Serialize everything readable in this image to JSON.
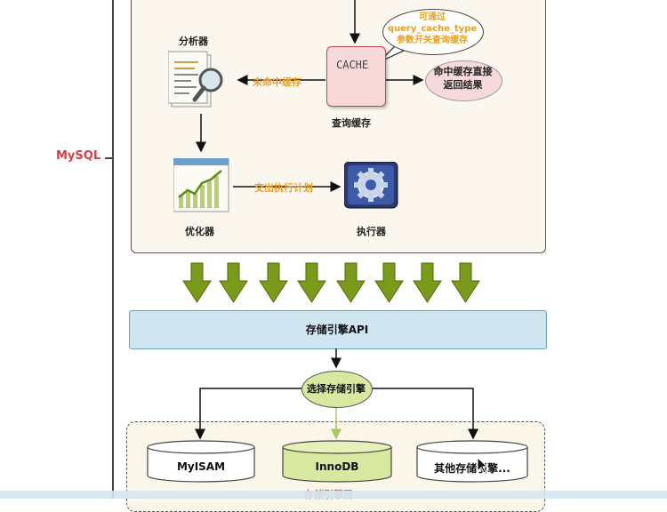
{
  "side_label": "MySQL",
  "analyzer_label": "分析器",
  "optimizer_label": "优化器",
  "executor_label": "执行器",
  "cache_box_text": "CACHE",
  "cache_label": "查询缓存",
  "miss_label": "未命中缓存",
  "plan_label": "交出执行计划",
  "bubble_lines": [
    "可通过",
    "query_cache_type",
    "参数开关查询缓存"
  ],
  "hit_lines": [
    "命中缓存直接",
    "返回结果"
  ],
  "api_label": "存储引擎API",
  "choose_label": "选择存储引擎",
  "engines": [
    "MyISAM",
    "InnoDB",
    "其他存储引擎..."
  ],
  "engine_layer_label": "存储引擎层",
  "colors": {
    "brand_red": "#e03a4a",
    "orange": "#f0a020",
    "api_blue": "#cfe5f0",
    "innodb_green": "#d9e8a0",
    "arrow_green": "#7a9a1a"
  }
}
